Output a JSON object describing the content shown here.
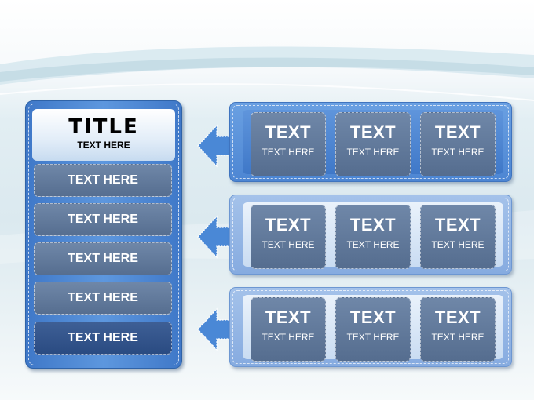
{
  "left": {
    "title": "TITLE",
    "subtitle": "TEXT HERE",
    "items": [
      "TEXT HERE",
      "TEXT HERE",
      "TEXT HERE",
      "TEXT HERE",
      "TEXT HERE"
    ]
  },
  "rows": [
    {
      "cells": [
        {
          "title": "TEXT",
          "sub": "TEXT HERE"
        },
        {
          "title": "TEXT",
          "sub": "TEXT HERE"
        },
        {
          "title": "TEXT",
          "sub": "TEXT HERE"
        }
      ]
    },
    {
      "cells": [
        {
          "title": "TEXT",
          "sub": "TEXT HERE"
        },
        {
          "title": "TEXT",
          "sub": "TEXT HERE"
        },
        {
          "title": "TEXT",
          "sub": "TEXT HERE"
        }
      ]
    },
    {
      "cells": [
        {
          "title": "TEXT",
          "sub": "TEXT HERE"
        },
        {
          "title": "TEXT",
          "sub": "TEXT HERE"
        },
        {
          "title": "TEXT",
          "sub": "TEXT HERE"
        }
      ]
    }
  ],
  "colors": {
    "panel_blue": "#4d86d3",
    "cell_slate": "#6f87a8",
    "item_dark": "#2a4b82",
    "arrow": "#4a88d6"
  }
}
